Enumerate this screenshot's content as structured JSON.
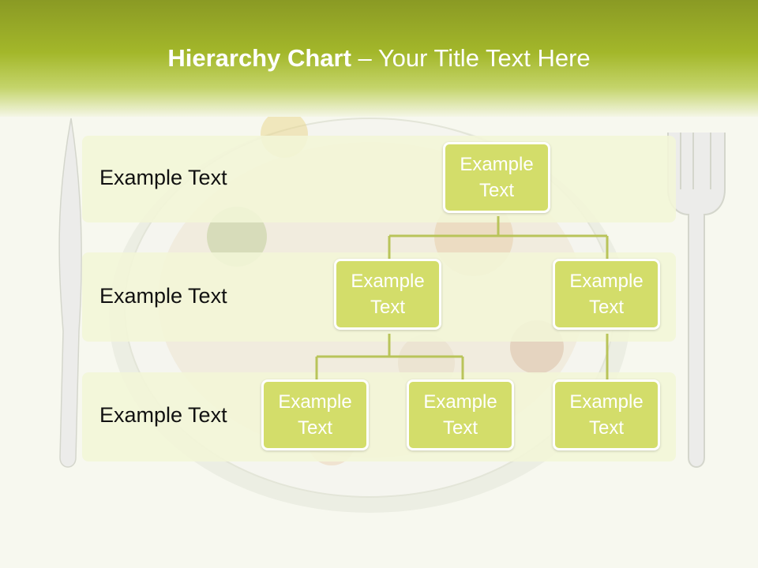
{
  "title": {
    "bold": "Hierarchy Chart",
    "rest": " – Your Title Text Here"
  },
  "levels": [
    {
      "label": "Example Text"
    },
    {
      "label": "Example Text"
    },
    {
      "label": "Example Text"
    }
  ],
  "nodes": [
    {
      "text": "Example Text"
    },
    {
      "text": "Example Text"
    },
    {
      "text": "Example Text"
    },
    {
      "text": "Example Text"
    },
    {
      "text": "Example Text"
    },
    {
      "text": "Example Text"
    }
  ],
  "colors": {
    "header": "#a3b72a",
    "node_fill": "#d3dd6a",
    "connector": "#b9c45a",
    "band": "#f3f6d7"
  }
}
